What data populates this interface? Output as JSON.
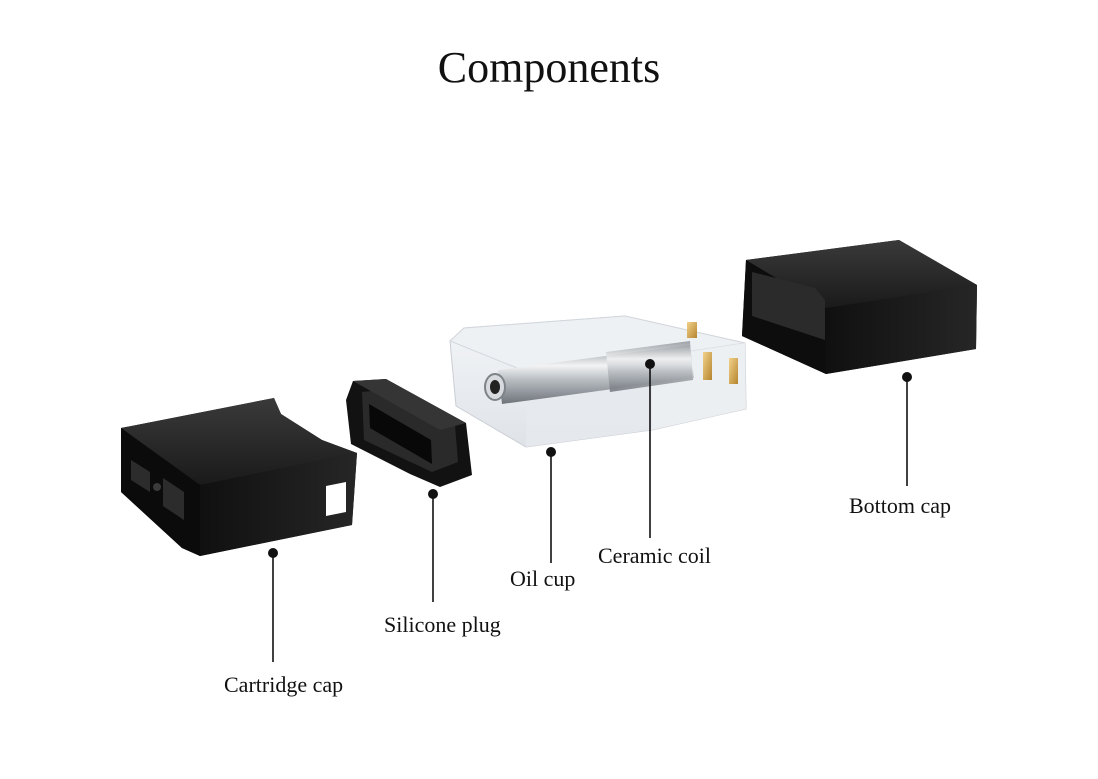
{
  "title": "Components",
  "components": [
    {
      "id": "cartridge-cap",
      "label": "Cartridge cap"
    },
    {
      "id": "silicone-plug",
      "label": "Silicone plug"
    },
    {
      "id": "oil-cup",
      "label": "Oil cup"
    },
    {
      "id": "ceramic-coil",
      "label": "Ceramic coil"
    },
    {
      "id": "bottom-cap",
      "label": "Bottom cap"
    }
  ]
}
